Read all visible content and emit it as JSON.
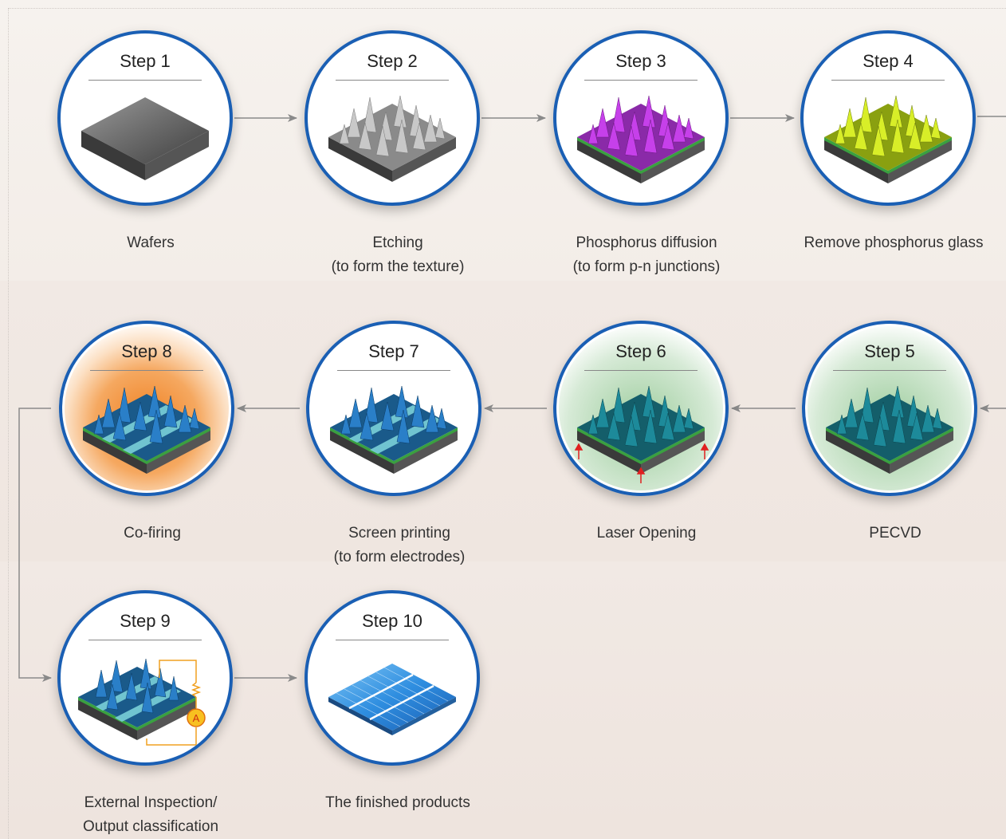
{
  "steps": [
    {
      "title": "Step 1",
      "caption": [
        "Wafers"
      ]
    },
    {
      "title": "Step 2",
      "caption": [
        "Etching",
        "(to form the texture)"
      ]
    },
    {
      "title": "Step 3",
      "caption": [
        "Phosphorus diffusion",
        "(to form p-n junctions)"
      ]
    },
    {
      "title": "Step 4",
      "caption": [
        "Remove phosphorus glass"
      ]
    },
    {
      "title": "Step 5",
      "caption": [
        "PECVD"
      ]
    },
    {
      "title": "Step 6",
      "caption": [
        "Laser Opening"
      ]
    },
    {
      "title": "Step 7",
      "caption": [
        "Screen printing",
        "(to form electrodes)"
      ]
    },
    {
      "title": "Step 8",
      "caption": [
        "Co-firing"
      ]
    },
    {
      "title": "Step 9",
      "caption": [
        "External Inspection/",
        "Output classification"
      ]
    },
    {
      "title": "Step 10",
      "caption": [
        "The finished products"
      ]
    }
  ],
  "meter_label": "A",
  "colors": {
    "ring": "#1a5fb4",
    "wafer": "#6b6b6b",
    "etched": "#9a9a9a",
    "phosphorus": "#b030d8",
    "cleaned": "#c8e020",
    "coated": "#1d8a9a",
    "printed": "#2a7fc8",
    "fire_glow": "#f08020",
    "pecvd_glow": "#9ccc9c",
    "laser_arrow": "#e02020",
    "substrate_green": "#3aa040",
    "finished_cell": "#2f8ee0",
    "arrow_line": "#8a8a8a"
  }
}
